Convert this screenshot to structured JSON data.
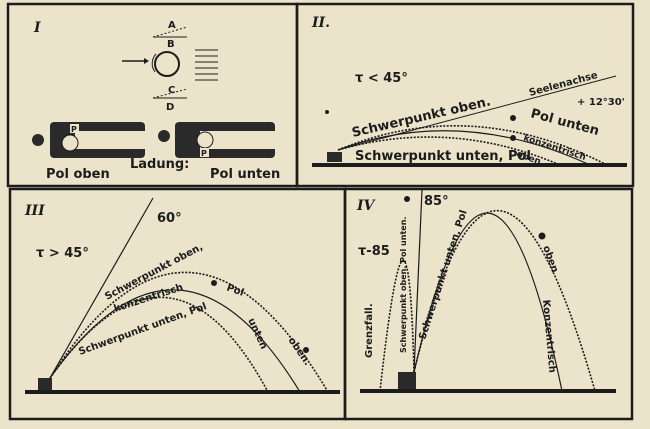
{
  "panels": {
    "p1": {
      "numeral": "I",
      "labels": {
        "a": "A",
        "b": "B",
        "c": "C",
        "d": "D",
        "pol_oben": "Pol oben",
        "ladung": "Ladung:",
        "pol_unten": "Pol unten",
        "p1": "P",
        "p2": "P"
      }
    },
    "p2": {
      "numeral": "II.",
      "angle": "τ < 45°",
      "seelenachse": "Seelenachse",
      "elevation": "+ 12°30'",
      "schwer_oben": "Schwerpunkt oben.",
      "pol_unten": "Pol unten",
      "konzentrisch": "konzentrisch",
      "schwer_unten": "Schwerpunkt unten, Pol",
      "oben": "oben"
    },
    "p3": {
      "numeral": "III",
      "angle": "τ > 45°",
      "deg": "60°",
      "schwer_oben": "Schwerpunkt oben,",
      "pol": "Pol",
      "konzentrisch": "konzentrisch",
      "schwer_unten": "Schwerpunkt unten, Pol",
      "unten": "unten",
      "oben": "oben."
    },
    "p4": {
      "numeral": "IV",
      "angle": "τ-85",
      "deg": "85°",
      "grenzfall": "Grenzfall.",
      "schwer_oben": "Schwerpunkt oben, Pol unten.",
      "schwer_unten": "Schwerpunkt unten, Pol",
      "oben": "oben",
      "konzentrisch": "Konzentrisch"
    }
  }
}
